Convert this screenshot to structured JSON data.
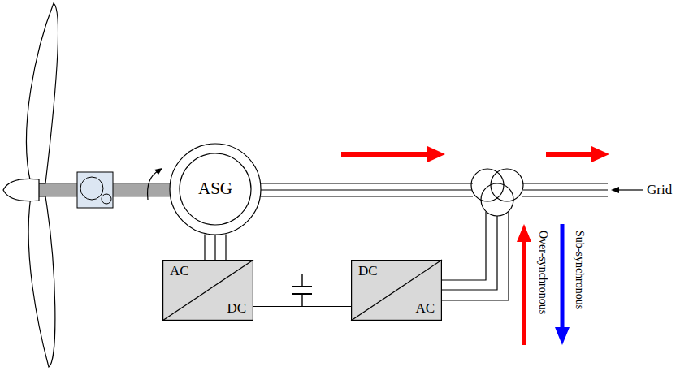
{
  "diagram": {
    "nodes": [
      {
        "text": [
          "ASG"
        ]
      },
      {
        "text": [
          "AC",
          "DC"
        ]
      },
      {
        "text": [
          "DC",
          "AC"
        ]
      }
    ],
    "edges": [
      {
        "from": 0,
        "to": 1,
        "arrow": "none"
      },
      {
        "from": 1,
        "to": 2,
        "arrow": "none"
      }
    ],
    "labels": [
      "Grid",
      "Over-synchronous",
      "Sub-synchronous"
    ]
  }
}
